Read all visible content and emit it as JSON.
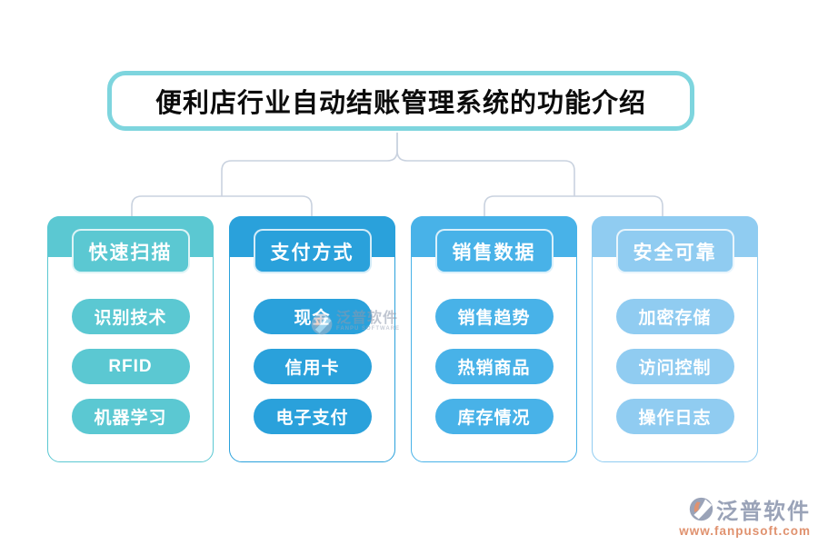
{
  "title": "便利店行业自动结账管理系统的功能介绍",
  "columns": [
    {
      "header": "快速扫描",
      "color": "#5bc8d2",
      "items": [
        "识别技术",
        "RFID",
        "机器学习"
      ]
    },
    {
      "header": "支付方式",
      "color": "#2aa1db",
      "items": [
        "现金",
        "信用卡",
        "电子支付"
      ]
    },
    {
      "header": "销售数据",
      "color": "#48b2e8",
      "items": [
        "销售趋势",
        "热销商品",
        "库存情况"
      ]
    },
    {
      "header": "安全可靠",
      "color": "#90ccf1",
      "items": [
        "加密存储",
        "访问控制",
        "操作日志"
      ]
    }
  ],
  "colors": {
    "title_border": "#7ed5de",
    "connector": "#c9d2df",
    "page_bg": "#ffffff",
    "watermark_gray": "#9aa3b8",
    "watermark_orange": "#e0926f"
  },
  "watermark_center": {
    "brand": "泛普软件",
    "sub": "FANPU SOFTWARE"
  },
  "watermark_corner": {
    "brand": "泛普软件",
    "url": "www.fanpusoft.com"
  }
}
